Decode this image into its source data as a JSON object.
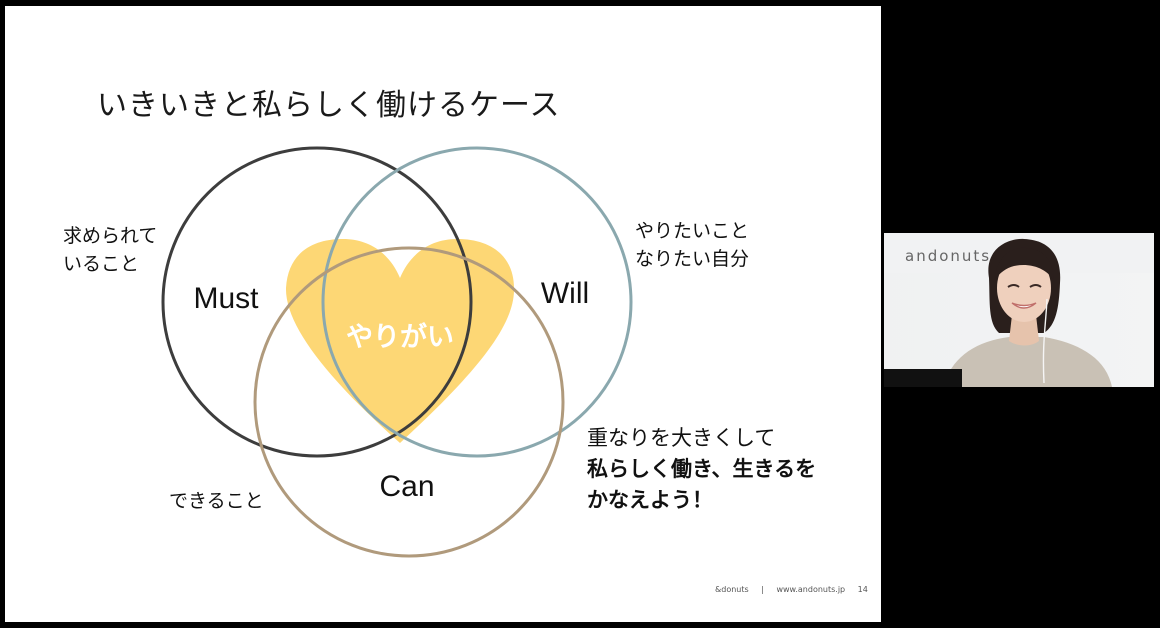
{
  "slide": {
    "title": "いきいきと私らしく働けるケース",
    "venn": {
      "must_label": "Must",
      "will_label": "Will",
      "can_label": "Can",
      "center_label": "やりがい",
      "colors": {
        "must": "#3d3d3d",
        "will": "#8aa8ae",
        "can": "#b09a7c",
        "heart": "#fdd775",
        "center_text": "#ffffff"
      }
    },
    "notes": {
      "must": [
        "求められて",
        "いること"
      ],
      "will": [
        "やりたいこと",
        "なりたい自分"
      ],
      "can": "できること"
    },
    "conclusion": {
      "line1": "重なりを大きくして",
      "line2": "私らしく働き、生きるを",
      "line3": "かなえよう！"
    },
    "footer": {
      "brand": "&donuts",
      "separator": "|",
      "url": "www.andonuts.jp",
      "page_number": "14"
    }
  },
  "video": {
    "logo": "andonuts",
    "icons": [
      "person-video-feed"
    ]
  }
}
